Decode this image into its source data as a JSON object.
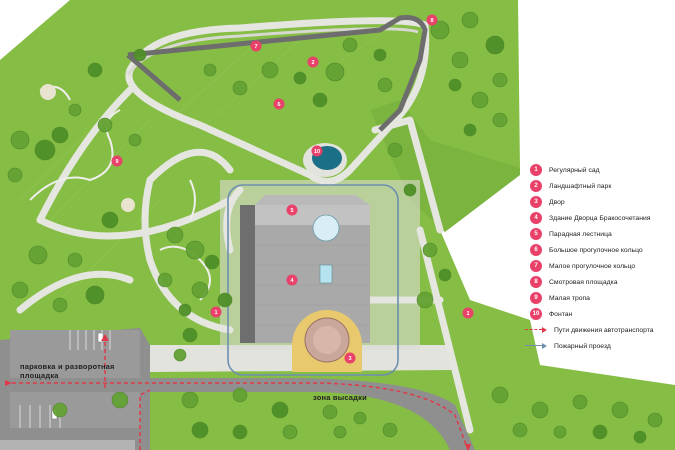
{
  "colors": {
    "grass": "#86bd45",
    "grass_dark": "#6fa83a",
    "path": "#e6e6e1",
    "road": "#8f8f8f",
    "badge": "#e8416a",
    "car_route": "#e03a4a",
    "fire_route": "#6e8fb0",
    "fountain": "#1b6f86"
  },
  "markers": [
    "1",
    "2",
    "3",
    "4",
    "5",
    "6",
    "7",
    "8",
    "9",
    "10"
  ],
  "legend": {
    "items": [
      {
        "num": "1",
        "label": "Регулярный сад"
      },
      {
        "num": "2",
        "label": "Ландшафтный парк"
      },
      {
        "num": "3",
        "label": "Двор"
      },
      {
        "num": "4",
        "label": "Здание Дворца Бракосочетания"
      },
      {
        "num": "5",
        "label": "Парадная лестница"
      },
      {
        "num": "6",
        "label": "Большое прогулочное кольцо"
      },
      {
        "num": "7",
        "label": "Малое прогулочное кольцо"
      },
      {
        "num": "8",
        "label": "Смотровая площадка"
      },
      {
        "num": "9",
        "label": "Малая тропа"
      },
      {
        "num": "10",
        "label": "Фонтан"
      }
    ],
    "car_routes": "Пути движения автотранспорта",
    "fire_route": "Пожарный проезд"
  },
  "labels": {
    "parking": "парковка и разворотная площадка",
    "dropoff": "зона высадки"
  }
}
